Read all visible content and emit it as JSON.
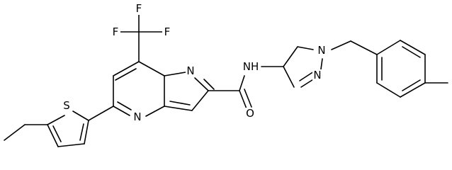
{
  "molecule": {
    "atoms": {
      "F1": "F",
      "F2": "F",
      "F3": "F",
      "N_pyrimidine": "N",
      "N_pyrazole_a": "N",
      "N_pyrazole_b": "N",
      "N_pyrazole_c": "N",
      "S_thiophene": "S",
      "O_amide": "O",
      "NH_amide": "NH"
    }
  }
}
